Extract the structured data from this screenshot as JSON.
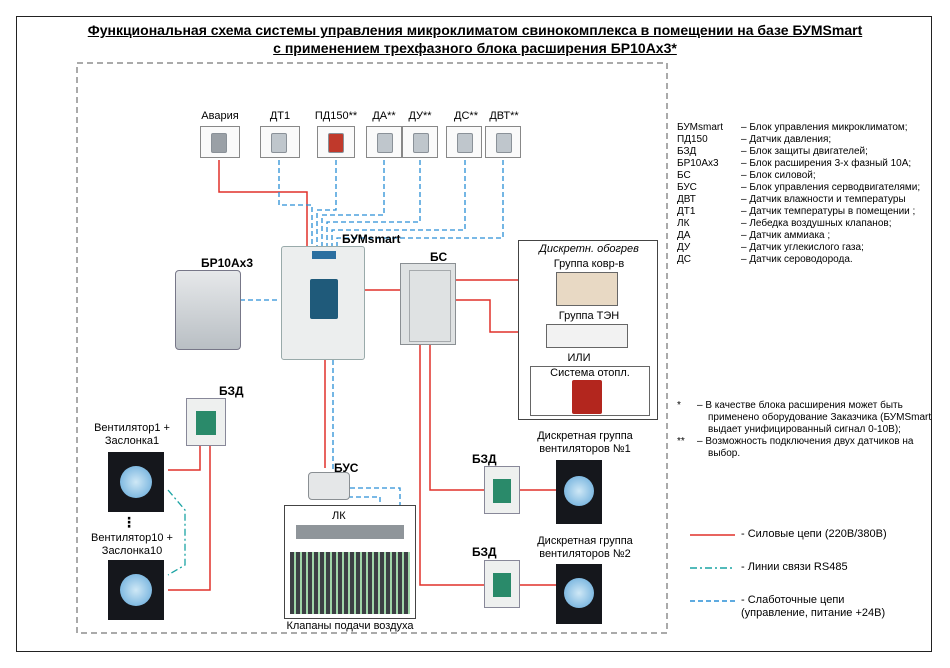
{
  "title_line1": "Функциональная схема системы управления микроклиматом свинокомплекса в помещении на базе БУМSmart",
  "title_line2": "с применением трехфазного блока расширения БР10Ах3*",
  "sensors": [
    {
      "label": "Авария"
    },
    {
      "label": "ДТ1"
    },
    {
      "label": "ПД150**"
    },
    {
      "label": "ДА**"
    },
    {
      "label": "ДУ**"
    },
    {
      "label": "ДС**"
    },
    {
      "label": "ДВТ**"
    }
  ],
  "devices": {
    "bumsmart": "БУМsmart",
    "br10": "БР10Ах3",
    "bs": "БС",
    "bzd": "БЗД",
    "bus": "БУС",
    "lk": "ЛК",
    "fan1_line1": "Вентилятор1 +",
    "fan1_line2": "Заслонка1",
    "fan10_line1": "Вентилятор10 +",
    "fan10_line2": "Заслонка10",
    "valves": "Клапаны подачи воздуха",
    "heating_title": "Дискретн. обогрев",
    "heating_group1": "Группа ковр-в",
    "heating_group2": "Группа ТЭН",
    "heating_or": "ИЛИ",
    "heating_system": "Система отопл.",
    "group1_line1": "Дискретная группа",
    "group1_line2": "вентиляторов №1",
    "group2_line1": "Дискретная группа",
    "group2_line2": "вентиляторов №2"
  },
  "legend": [
    {
      "abbr": "БУМsmart",
      "desc": "– Блок управления микроклиматом;"
    },
    {
      "abbr": "ПД150",
      "desc": "– Датчик давления;"
    },
    {
      "abbr": "БЗД",
      "desc": "– Блок защиты двигателей;"
    },
    {
      "abbr": "БР10Ах3",
      "desc": "– Блок расширения 3-х фазный 10А;"
    },
    {
      "abbr": "БС",
      "desc": "– Блок силовой;"
    },
    {
      "abbr": "БУС",
      "desc": "– Блок управления серводвигателями;"
    },
    {
      "abbr": "ДВТ",
      "desc": "– Датчик влажности и температуры"
    },
    {
      "abbr": "ДТ1",
      "desc": "– Датчик температуры в помещении ;"
    },
    {
      "abbr": "ЛК",
      "desc": "– Лебедка воздушных клапанов;"
    },
    {
      "abbr": "ДА",
      "desc": "– Датчик аммиака ;"
    },
    {
      "abbr": "ДУ",
      "desc": "– Датчик углекислого газа;"
    },
    {
      "abbr": "ДС",
      "desc": "– Датчик сероводорода."
    }
  ],
  "notes": {
    "n1_mark": "*",
    "n1_line1": "– В качестве блока расширения может быть",
    "n1_line2": "применено оборудование Заказчика (БУМSmart",
    "n1_line3": "выдает унифицированный сигнал 0-10В);",
    "n2_mark": "**",
    "n2_line1": "– Возможность подключения двух датчиков на",
    "n2_line2": "выбор."
  },
  "line_key": {
    "power": "- Силовые цепи (220В/380В)",
    "rs485": "- Линии связи RS485",
    "low1": "- Слаботочные цепи",
    "low2": "(управление, питание +24В)"
  },
  "colors": {
    "power": "#e0302a",
    "rs485": "#1aa3a3",
    "low": "#2a8fd6"
  }
}
